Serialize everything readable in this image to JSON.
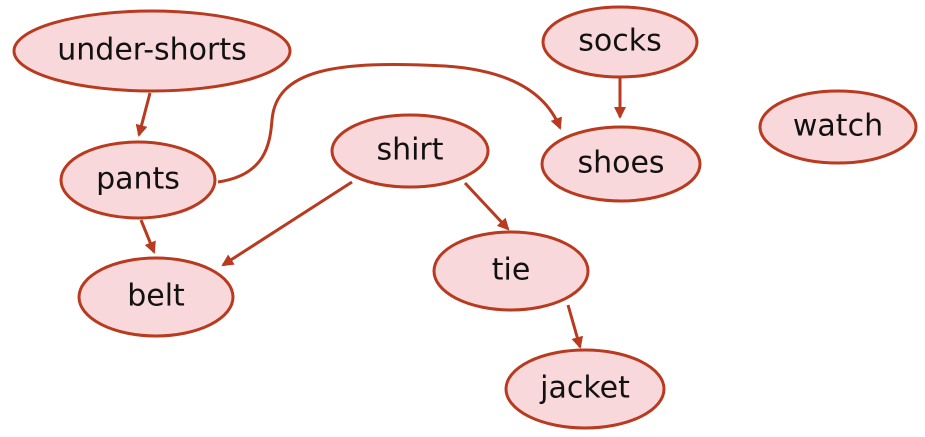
{
  "nodes": {
    "under_shorts": "under-shorts",
    "pants": "pants",
    "belt": "belt",
    "shirt": "shirt",
    "tie": "tie",
    "jacket": "jacket",
    "socks": "socks",
    "shoes": "shoes",
    "watch": "watch"
  },
  "edges": [
    {
      "from": "under_shorts",
      "to": "pants"
    },
    {
      "from": "pants",
      "to": "belt"
    },
    {
      "from": "pants",
      "to": "shoes"
    },
    {
      "from": "shirt",
      "to": "belt"
    },
    {
      "from": "shirt",
      "to": "tie"
    },
    {
      "from": "tie",
      "to": "jacket"
    },
    {
      "from": "socks",
      "to": "shoes"
    }
  ],
  "colors": {
    "node_fill": "#f8d8da",
    "node_stroke": "#b83a1f",
    "edge": "#b83a1f",
    "text": "#111111"
  }
}
